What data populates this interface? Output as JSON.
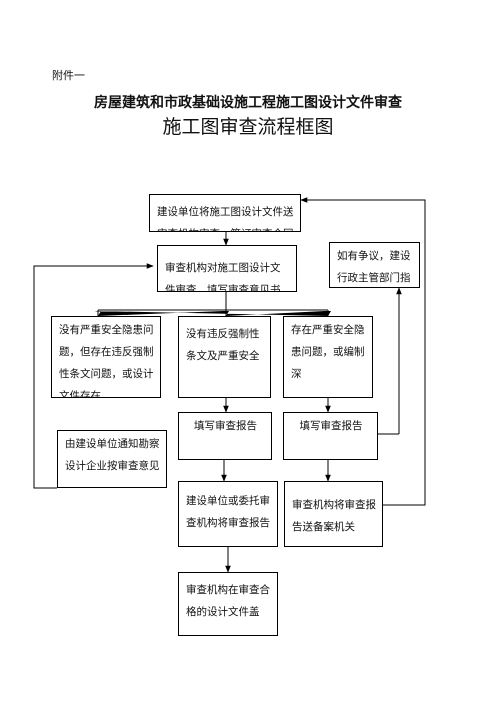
{
  "header": {
    "attachment": "附件一",
    "title_line1": "房屋建筑和市政基础设施工程施工图设计文件审查",
    "title_line2": "施工图审查流程框图"
  },
  "flow": {
    "submit": "建设单位将施工图设计文件送审查机构审查，签订审查合同",
    "review": "审查机构对施工图设计文件审查，填写审查意见书",
    "dispute": "如有争议，建设行政主管部门指定",
    "left_issue": "没有严重安全隐患问题，但存在违反强制性条文问题，或设计文件存在",
    "mid_issue": "没有违反强制性条文及严重安全",
    "right_issue": "存在严重安全隐患问题，或编制深",
    "notify": "由建设单位通知勘察设计企业按审查意见",
    "report_mid": "填写审查报告",
    "report_right": "填写审查报告",
    "owner_report": "建设单位或委托审查机构将审查报告",
    "file_report": "审查机构将审查报告送备案机关",
    "qualified": "审查机构在审查合格的设计文件盖"
  }
}
